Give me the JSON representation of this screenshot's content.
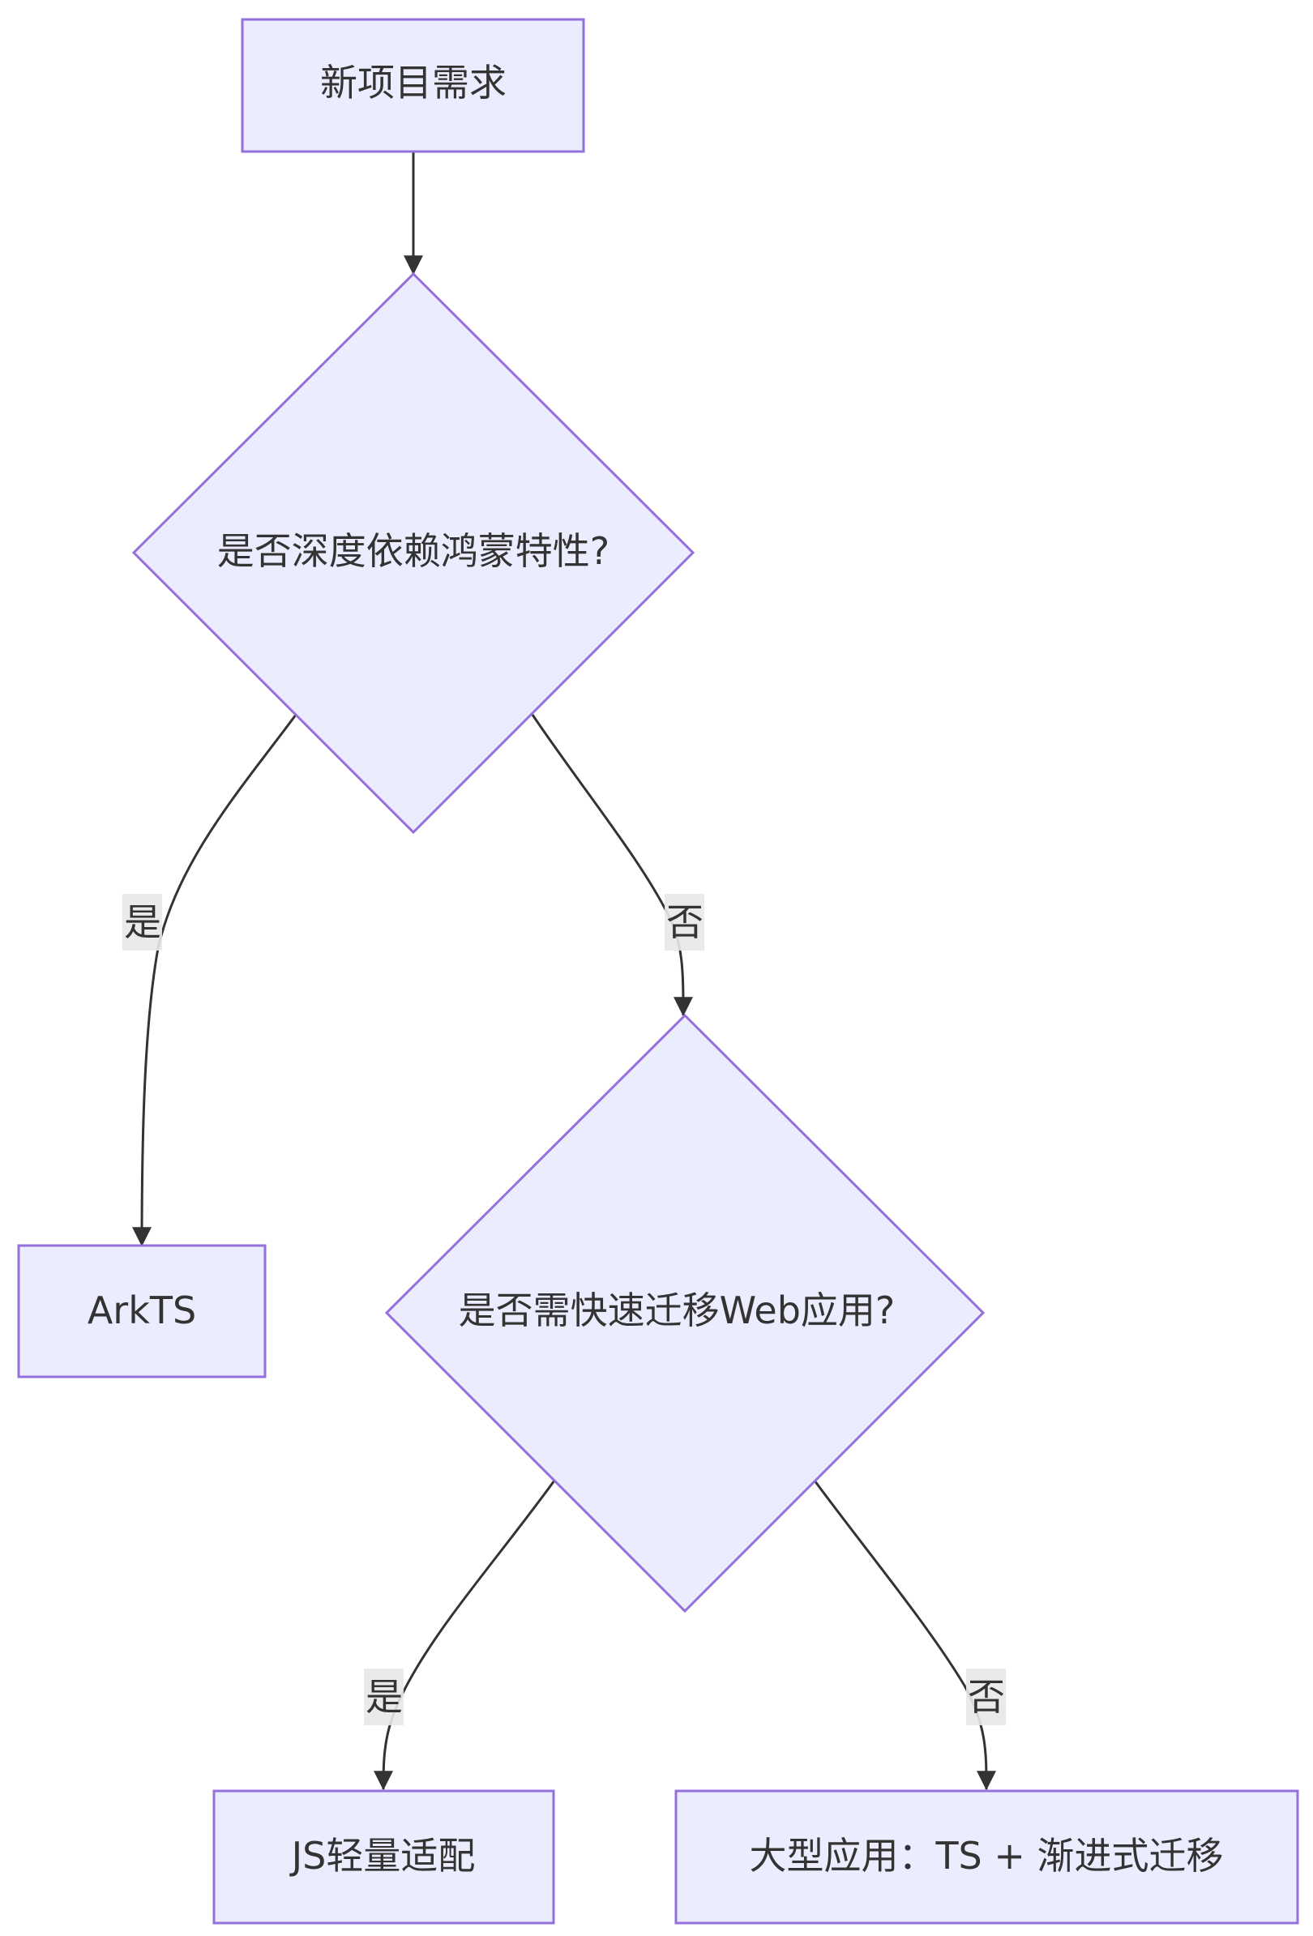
{
  "nodes": {
    "start": "新项目需求",
    "q1": "是否深度依赖鸿蒙特性?",
    "arkts": "ArkTS",
    "q2": "是否需快速迁移Web应用?",
    "js": "JS轻量适配",
    "ts": "大型应用：TS + 渐进式迁移"
  },
  "edges": {
    "q1_yes": "是",
    "q1_no": "否",
    "q2_yes": "是",
    "q2_no": "否"
  },
  "colors": {
    "node_fill": "#ECECFF",
    "node_stroke": "#9370DB",
    "edge": "#333333",
    "label_bg": "#E8E8E8"
  }
}
